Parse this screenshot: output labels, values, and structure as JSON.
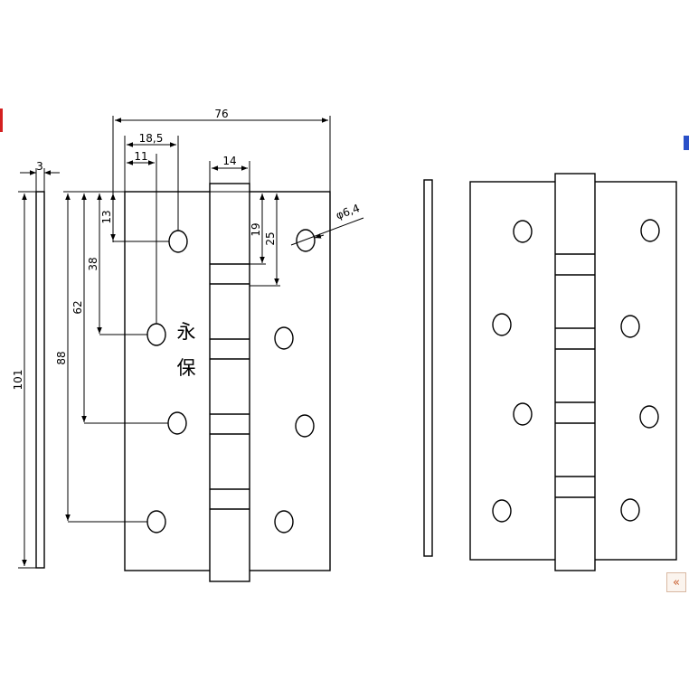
{
  "drawing": {
    "brand_chars": [
      "永",
      "保"
    ],
    "dimensions": {
      "overall_width": "76",
      "hole_col_offset": "18,5",
      "inner_offset": "11",
      "knuckle_width": "14",
      "thickness": "3",
      "height": "101",
      "hole_1": "13",
      "hole_2": "38",
      "hole_3": "62",
      "hole_4": "88",
      "knuckle_19": "19",
      "knuckle_25": "25",
      "hole_diameter": "φ6,4"
    }
  },
  "ui": {
    "collapse_label": "«"
  }
}
